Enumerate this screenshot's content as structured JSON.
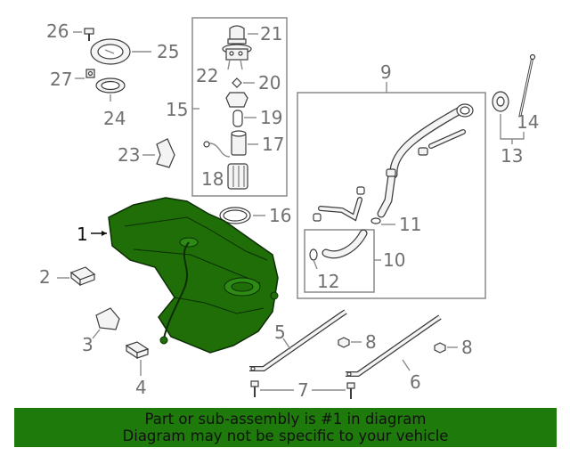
{
  "colors": {
    "highlight": "#1f6e08",
    "banner": "#1f7a0c",
    "label": "#707070",
    "line": "#8a8a8a"
  },
  "callouts": {
    "c1": "1",
    "c2": "2",
    "c3": "3",
    "c4": "4",
    "c5": "5",
    "c6": "6",
    "c7": "7",
    "c8a": "8",
    "c8b": "8",
    "c9": "9",
    "c10": "10",
    "c11": "11",
    "c12": "12",
    "c13": "13",
    "c14": "14",
    "c15": "15",
    "c16": "16",
    "c17": "17",
    "c18": "18",
    "c19": "19",
    "c20": "20",
    "c21": "21",
    "c22": "22",
    "c23": "23",
    "c24": "24",
    "c25": "25",
    "c26": "26",
    "c27": "27"
  },
  "banner": {
    "line1": "Part or sub-assembly is #1 in diagram",
    "line2": "Diagram may not be specific to your vehicle"
  }
}
